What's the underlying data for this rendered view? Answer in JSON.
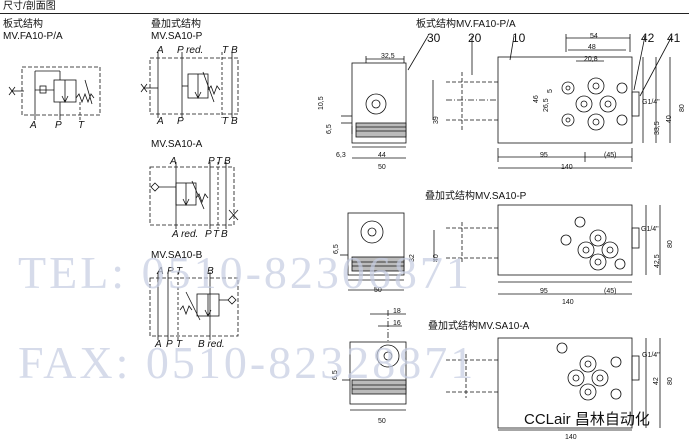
{
  "header": {
    "title": "尺寸/剖面图"
  },
  "symbols": {
    "fa10": {
      "title": "板式结构",
      "model": "MV.FA10-P/A",
      "ports": [
        "A",
        "P",
        "T"
      ]
    },
    "sa10p": {
      "title": "叠加式结构",
      "model": "MV.SA10-P",
      "ports_top": [
        "A",
        "P red.",
        "T",
        "B"
      ],
      "ports_bottom": [
        "A",
        "P",
        "T",
        "B"
      ]
    },
    "sa10a": {
      "model": "MV.SA10-A",
      "ports_top": [
        "A",
        "P",
        "T",
        "B"
      ],
      "ports_bottom": [
        "A red.",
        "P",
        "T",
        "B"
      ]
    },
    "sa10b": {
      "model": "MV.SA10-B",
      "ports_top": [
        "A",
        "P",
        "T",
        "B"
      ],
      "ports_bottom": [
        "A",
        "P",
        "T",
        "B red."
      ]
    }
  },
  "drawings": {
    "top": {
      "title": "板式结构MV.FA10-P/A",
      "callouts": [
        "30",
        "20",
        "10",
        "42",
        "41"
      ],
      "dims": [
        "32,5",
        "54",
        "48",
        "20,8",
        "46",
        "26,5",
        "5",
        "39",
        "6,5",
        "10,5",
        "33,5",
        "40",
        "80",
        "95",
        "(45)",
        "140",
        "44",
        "50",
        "6,3",
        "G1/4\""
      ]
    },
    "middle": {
      "title": "叠加式结构MV.SA10-P",
      "dims": [
        "6,5",
        "40",
        "32",
        "50",
        "42,5",
        "80",
        "95",
        "(45)",
        "140",
        "G1/4\""
      ]
    },
    "bottom": {
      "title": "叠加式结构MV.SA10-A",
      "dims": [
        "18",
        "16",
        "6,5",
        "50",
        "42",
        "80",
        "140",
        "G1/4\""
      ]
    }
  },
  "watermark": {
    "tel": "TEL: 0510-82306871",
    "fax": "FAX: 0510-82328871"
  },
  "brand": {
    "text": "CCLair 昌林自动化"
  }
}
